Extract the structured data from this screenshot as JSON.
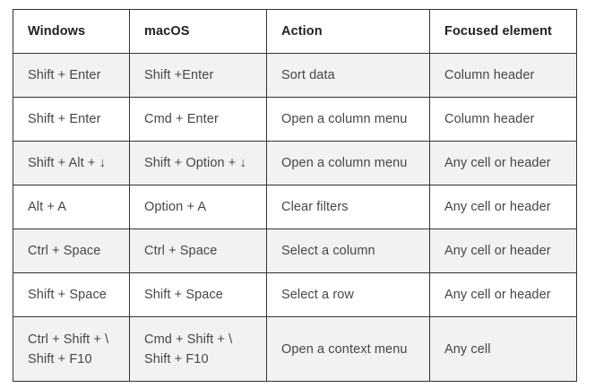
{
  "table": {
    "name": "keyboard-shortcuts-table",
    "columns": [
      {
        "key": "windows",
        "label": "Windows"
      },
      {
        "key": "macos",
        "label": "macOS"
      },
      {
        "key": "action",
        "label": "Action"
      },
      {
        "key": "focused",
        "label": "Focused element"
      }
    ],
    "rows": [
      {
        "windows": [
          "Shift + Enter"
        ],
        "macos": [
          "Shift +Enter"
        ],
        "action": [
          "Sort data"
        ],
        "focused": [
          "Column header"
        ],
        "shaded": true
      },
      {
        "windows": [
          "Shift + Enter"
        ],
        "macos": [
          "Cmd + Enter"
        ],
        "action": [
          "Open a column menu"
        ],
        "focused": [
          "Column header"
        ],
        "shaded": false
      },
      {
        "windows": [
          "Shift + Alt + ↓"
        ],
        "macos": [
          "Shift + Option + ↓"
        ],
        "action": [
          "Open a column menu"
        ],
        "focused": [
          "Any cell or header"
        ],
        "shaded": true
      },
      {
        "windows": [
          "Alt + A"
        ],
        "macos": [
          "Option + A"
        ],
        "action": [
          "Clear filters"
        ],
        "focused": [
          "Any cell or header"
        ],
        "shaded": false
      },
      {
        "windows": [
          "Ctrl + Space"
        ],
        "macos": [
          "Ctrl + Space"
        ],
        "action": [
          "Select a column"
        ],
        "focused": [
          "Any cell or header"
        ],
        "shaded": true
      },
      {
        "windows": [
          "Shift + Space"
        ],
        "macos": [
          "Shift + Space"
        ],
        "action": [
          "Select a row"
        ],
        "focused": [
          "Any cell or header"
        ],
        "shaded": false
      },
      {
        "windows": [
          "Ctrl + Shift + \\",
          "Shift + F10"
        ],
        "macos": [
          "Cmd + Shift + \\",
          "Shift + F10"
        ],
        "action": [
          "Open a context menu"
        ],
        "focused": [
          "Any cell"
        ],
        "shaded": true,
        "tall": true
      }
    ]
  },
  "colors": {
    "border": "#333333",
    "shaded_row": "#f2f2f2",
    "plain_row": "#ffffff",
    "header_text": "#202124",
    "body_text": "#444746",
    "page_background": "#ffffff"
  }
}
